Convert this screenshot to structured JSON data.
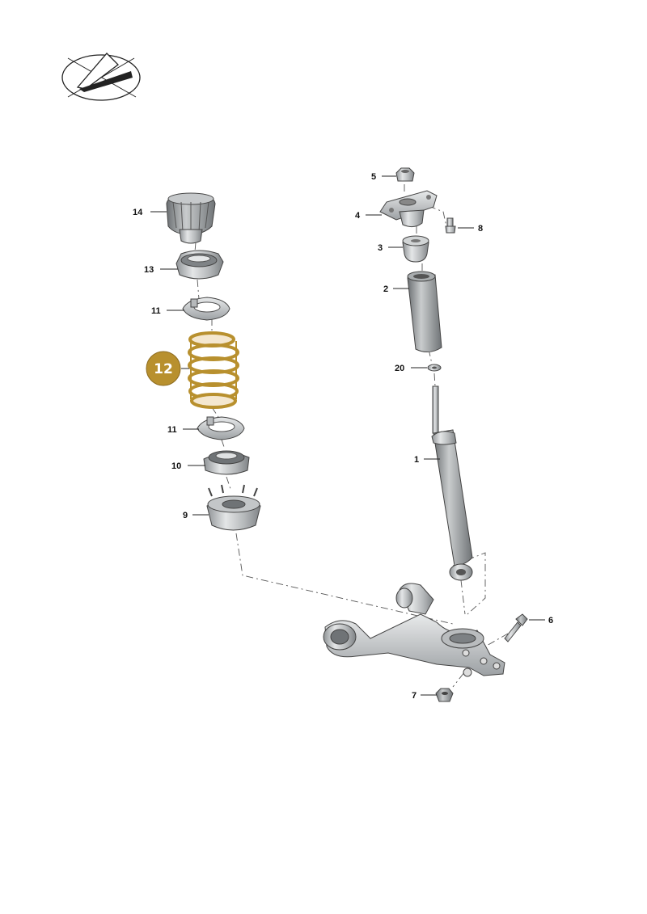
{
  "diagram": {
    "highlight_color": "#b8902e",
    "callouts": [
      {
        "id": "14",
        "text": "14"
      },
      {
        "id": "13",
        "text": "13"
      },
      {
        "id": "11a",
        "text": "11"
      },
      {
        "id": "12",
        "text": "12",
        "highlighted": true
      },
      {
        "id": "11b",
        "text": "11"
      },
      {
        "id": "10",
        "text": "10"
      },
      {
        "id": "9",
        "text": "9"
      },
      {
        "id": "5",
        "text": "5"
      },
      {
        "id": "4",
        "text": "4"
      },
      {
        "id": "8",
        "text": "8"
      },
      {
        "id": "3",
        "text": "3"
      },
      {
        "id": "2",
        "text": "2"
      },
      {
        "id": "20",
        "text": "20"
      },
      {
        "id": "1",
        "text": "1"
      },
      {
        "id": "6",
        "text": "6"
      },
      {
        "id": "7",
        "text": "7"
      }
    ]
  }
}
